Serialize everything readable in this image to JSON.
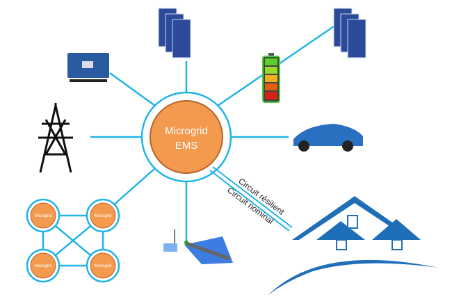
{
  "ems": {
    "line1": "Microgrid",
    "line2": "EMS"
  },
  "nodes": {
    "microgrid_label": "Microgrid"
  },
  "links": {
    "resilient": "Circuit résilient",
    "nominal": "Circuit nominal"
  },
  "colors": {
    "line": "#1fb4e6",
    "orange": "#f39a4f",
    "orange_border": "#b8632a",
    "house": "#1f6fb8",
    "panel": "#2c4a9a"
  }
}
